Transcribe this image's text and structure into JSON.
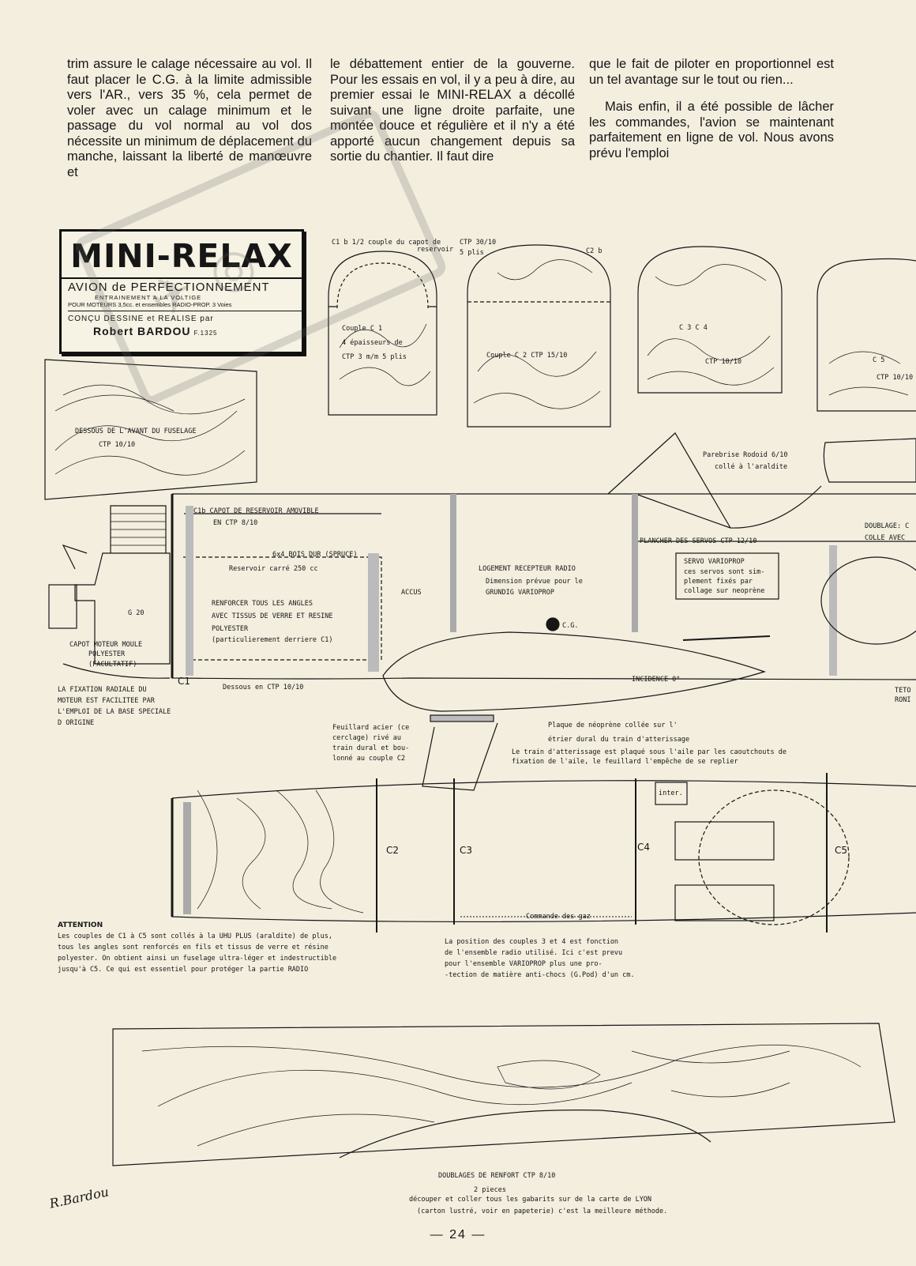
{
  "article": {
    "col1": "trim assure le calage nécessaire au vol. Il faut placer le C.G. à la limite admissible vers l'AR., vers 35 %, cela permet de voler avec un calage minimum et le passage du vol normal au vol dos nécessite un minimum de déplacement du manche, laissant la liberté de manœuvre et",
    "col2": "le débattement entier de la gouverne. Pour les essais en vol, il y a peu à dire, au premier essai le MINI-RELAX a décollé suivant une ligne droite parfaite, une montée douce et régulière et il n'y a été apporté aucun changement depuis sa sortie du chantier. Il faut dire",
    "col3a": "que le fait de piloter en proportionnel est un tel avantage sur le tout ou rien...",
    "col3b": "Mais enfin, il a été possible de lâcher les commandes, l'avion se maintenant parfaitement en ligne de vol. Nous avons prévu l'emploi"
  },
  "titlebox": {
    "title": "MINI-RELAX",
    "subtitle": "AVION de PERFECTIONNEMENT",
    "line2": "ENTRAINEMENT A LA VOLTIGE",
    "line3": "POUR MOTEURS 3,5cc. et ensembles RADIO-PROP. 3 Voies",
    "line4": "CONÇU DESSINE et REALISE par",
    "author": "Robert BARDOU",
    "author_code": "F.1325"
  },
  "labels": {
    "c1b_top": "C1 b   1/2 couple du capot de",
    "reservoir": "reservoir",
    "ctp_3010": "CTP 30/10",
    "plis5": "5 plis",
    "c2b": "C2 b",
    "couple_c1": "Couple C 1",
    "epaisseurs": "4 épaisseurs de",
    "ctp_3mm": "CTP 3 m/m  5 plis",
    "couple_c2": "Couple C 2   CTP 15/10",
    "c3c4": "C 3    C 4",
    "ctp_1010a": "CTP 10/10",
    "c5": "C 5",
    "ctp_c5": "CTP 10/10",
    "dessous_avant": "DESSOUS DE L'AVANT DU FUSELAGE",
    "dessous_ctp": "CTP 10/10",
    "parebrise": "Parebrise Rodoid 6/10",
    "parebrise2": "collé à l'araldite",
    "c1b_capot": "C1b  CAPOT DE RESERVOIR AMOVIBLE",
    "en_ctp": "EN CTP 8/10",
    "bois_dur": "6x4  BOIS DUR (SPRUCE)",
    "reservoir_carre": "Reservoir carré  250 cc",
    "renforcer": "RENFORCER TOUS LES ANGLES",
    "avec_tissus": "AVEC TISSUS DE VERRE ET RESINE",
    "polyester": "POLYESTER",
    "particulierement": "(particulierement derriere C1)",
    "accus": "ACCUS",
    "logement": "LOGEMENT RECEPTEUR RADIO",
    "dimension": "Dimension prévue pour le",
    "grundig": "GRUNDIG VARIOPROP",
    "plancher": "PLANCHER DES SERVOS  CTP 12/10",
    "servo": "SERVO VARIOPROP",
    "servo2": "ces servos sont sim-",
    "servo3": "plement fixés par",
    "servo4": "collage sur neoprène",
    "doublage_right": "DOUBLAGE: C",
    "colle_avec": "COLLE AVEC",
    "cg": "C.G.",
    "capot_moteur": "CAPOT MOTEUR MOULE",
    "capot_moteur2": "POLYESTER",
    "facultatif": "(FACULTATIF)",
    "fixation": "LA FIXATION RADIALE DU",
    "fixation2": "MOTEUR EST FACILITEE PAR",
    "fixation3": "L'EMPLOI DE LA BASE SPECIALE",
    "fixation4": "D ORIGINE",
    "c1_side": "C1",
    "dessous_ctp2": "Dessous en CTP 10/10",
    "incidence": "INCIDENCE 0°",
    "teto": "TETO",
    "rond": "RONI",
    "feuillard": "Feuillard acier (ce",
    "feuillard2": "cerclage) rivé au",
    "feuillard3": "train dural et bou-",
    "feuillard4": "lonné au couple C2",
    "plaque": "Plaque de néoprène collée sur l'",
    "plaque2": "étrier dural du train d'atterissage",
    "train": "Le train d'atterissage est plaqué sous l'aile par les caoutchouts de",
    "train2": "fixation de l'aile, le feuillard l'empêche de se replier",
    "g20": "G 20",
    "c2_side": "C2",
    "c3_side": "C3",
    "c4_side": "C4",
    "c5_side": "C5",
    "inter": "inter.",
    "commande_gaz": "Commande des gaz",
    "attention": "ATTENTION",
    "att1": "Les couples de C1 à C5 sont collés à la UHU PLUS (araldite) de plus,",
    "att2": "tous les angles sont renforcés en fils et tissus de verre et résine",
    "att3": "polyester. On obtient ainsi un fuselage ultra-léger et indestructible",
    "att4": "jusqu'à C5. Ce qui est essentiel pour protéger la partie RADIO",
    "pos1": "La position des couples 3 et 4 est fonction",
    "pos2": "de l'ensemble radio utilisé. Ici c'est prevu",
    "pos3": "pour l'ensemble VARIOPROP plus une pro-",
    "pos4": "-tection de matière anti-chocs (G.Pod) d'un cm.",
    "doublages": "DOUBLAGES DE RENFORT CTP 8/10",
    "pieces": "2 pieces",
    "decouper": "découper et coller tous les gabarits sur de la carte de LYON",
    "carton": "(carton lustré, voir en papeterie) c'est la meilleure méthode."
  },
  "signature": "R.Bardou",
  "page_number": "— 24 —"
}
